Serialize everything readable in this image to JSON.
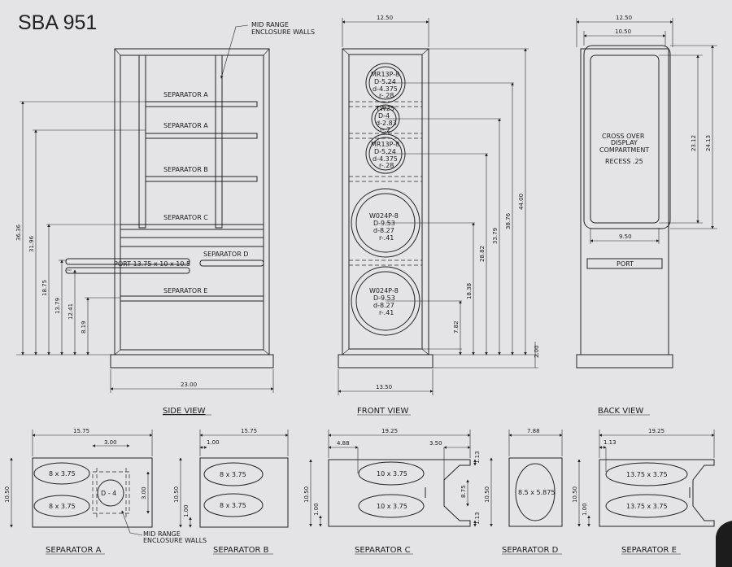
{
  "title": "SBA 951",
  "colors": {
    "background": "#e4e4e6",
    "line": "#222222"
  },
  "side_view": {
    "view_label": "SIDE VIEW",
    "callout": [
      "MID RANGE",
      "ENCLOSURE WALLS"
    ],
    "separators": [
      "SEPARATOR A",
      "SEPARATOR A",
      "SEPARATOR B",
      "SEPARATOR C",
      "SEPARATOR D",
      "SEPARATOR E"
    ],
    "port_label": "PORT 13.75 x 10 x 10.5",
    "width_dim": "23.00",
    "heights": [
      "36.36",
      "31.96",
      "18.75",
      "13.79",
      "12.41",
      "8.19"
    ]
  },
  "front_view": {
    "view_label": "FRONT VIEW",
    "top_width": "12.50",
    "bottom_width": "13.50",
    "driver1": [
      "MR13P-8",
      "D-5.24",
      "d-4.375",
      "r-.28"
    ],
    "tweeter": [
      "TW25",
      "D-4",
      "d-2.83",
      "r-.2"
    ],
    "driver2": [
      "MR13P-8",
      "D-5.24",
      "d-4.375",
      "r-.28"
    ],
    "woofer1": [
      "W024P-8",
      "D-9.53",
      "d-8.27",
      "r-.41"
    ],
    "woofer2": [
      "W024P-8",
      "D-9.53",
      "d-8.27",
      "r-.41"
    ],
    "heights": [
      "44.00",
      "38.76",
      "33.79",
      "28.82",
      "18.38",
      "7.82",
      "2.00"
    ]
  },
  "back_view": {
    "view_label": "BACK VIEW",
    "top_width": "12.50",
    "inner_width": "10.50",
    "crossover": [
      "CROSS OVER",
      "DISPLAY",
      "COMPARTMENT",
      "RECESS .25"
    ],
    "recess_width": "9.50",
    "port_label": "PORT",
    "heights": [
      "23.12",
      "24.13"
    ]
  },
  "separator_a": {
    "label": "SEPARATOR A",
    "width": "15.75",
    "sub_width": "3.00",
    "height": "10.50",
    "inner": "3.00",
    "holes": [
      "8 x 3.75",
      "8 x 3.75"
    ],
    "hole": "D - 4",
    "callout": [
      "MID RANGE",
      "ENCLOSURE WALLS"
    ]
  },
  "separator_b": {
    "label": "SEPARATOR B",
    "width": "15.75",
    "offset": "1.00",
    "height": "10.50",
    "inner": "1.00",
    "holes": [
      "8 x 3.75",
      "8 x 3.75"
    ]
  },
  "separator_c": {
    "label": "SEPARATOR C",
    "width": "19.25",
    "left": "4.88",
    "right": "3.50",
    "height": "10.50",
    "notch": "8.75",
    "small_top": "1.13",
    "small_bot": "1.13",
    "bottom": "1.00",
    "holes": [
      "10 x 3.75",
      "10 x 3.75"
    ]
  },
  "separator_d": {
    "label": "SEPARATOR D",
    "width": "7.88",
    "height": "10.50",
    "hole": "8.5 x 5.875"
  },
  "separator_e": {
    "label": "SEPARATOR E",
    "width": "19.25",
    "offset": "1.13",
    "height": "10.50",
    "bottom": "1.00",
    "holes": [
      "13.75 x 3.75",
      "13.75 x 3.75"
    ]
  }
}
